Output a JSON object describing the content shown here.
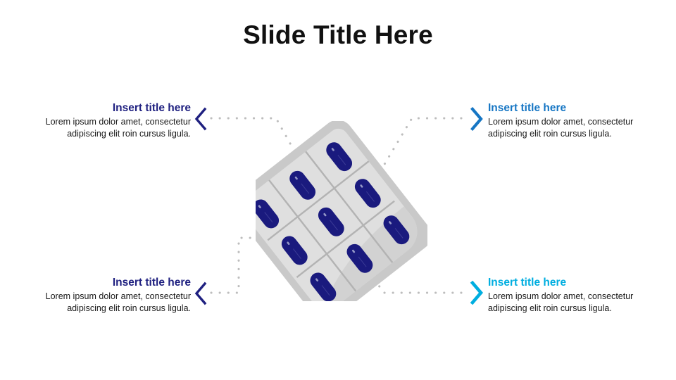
{
  "slide": {
    "title": "Slide Title Here",
    "background_color": "#FFFFFF"
  },
  "colors": {
    "navy": "#1F2080",
    "blue": "#1676C4",
    "cyan": "#00AEE0",
    "title_black": "#111111",
    "body_text": "#1A1A1A",
    "dot_gray": "#BDBDBD",
    "pack_outer": "#C9C9C9",
    "pack_inner": "#DCDCDC",
    "pack_divider": "#B3B3B3",
    "capsule_navy": "#1A1A7E"
  },
  "blocks": [
    {
      "id": "top-left",
      "title": "Insert title here",
      "body": "Lorem ipsum dolor amet, consectetur adipiscing elit roin cursus ligula.",
      "accent": "#1F2080",
      "chevron": "chevron-left-icon",
      "align": "right"
    },
    {
      "id": "top-right",
      "title": "Insert title here",
      "body": "Lorem ipsum dolor amet, consectetur adipiscing elit roin cursus ligula.",
      "accent": "#1676C4",
      "chevron": "chevron-right-icon",
      "align": "left"
    },
    {
      "id": "bottom-left",
      "title": "Insert title here",
      "body": "Lorem ipsum dolor amet, consectetur adipiscing elit roin cursus ligula.",
      "accent": "#1F2080",
      "chevron": "chevron-left-icon",
      "align": "right"
    },
    {
      "id": "bottom-right",
      "title": "Insert title here",
      "body": "Lorem ipsum dolor amet, consectetur adipiscing elit roin cursus ligula.",
      "accent": "#00AEE0",
      "chevron": "chevron-right-icon",
      "align": "left"
    }
  ],
  "graphic": {
    "name": "pill-blister-pack",
    "rotation_degrees": -38,
    "capsule_count": 9,
    "grid": "3x3",
    "capsule_color": "#1A1A7E"
  },
  "connectors": {
    "style": "dotted",
    "color": "#BDBDBD",
    "count": 4
  }
}
